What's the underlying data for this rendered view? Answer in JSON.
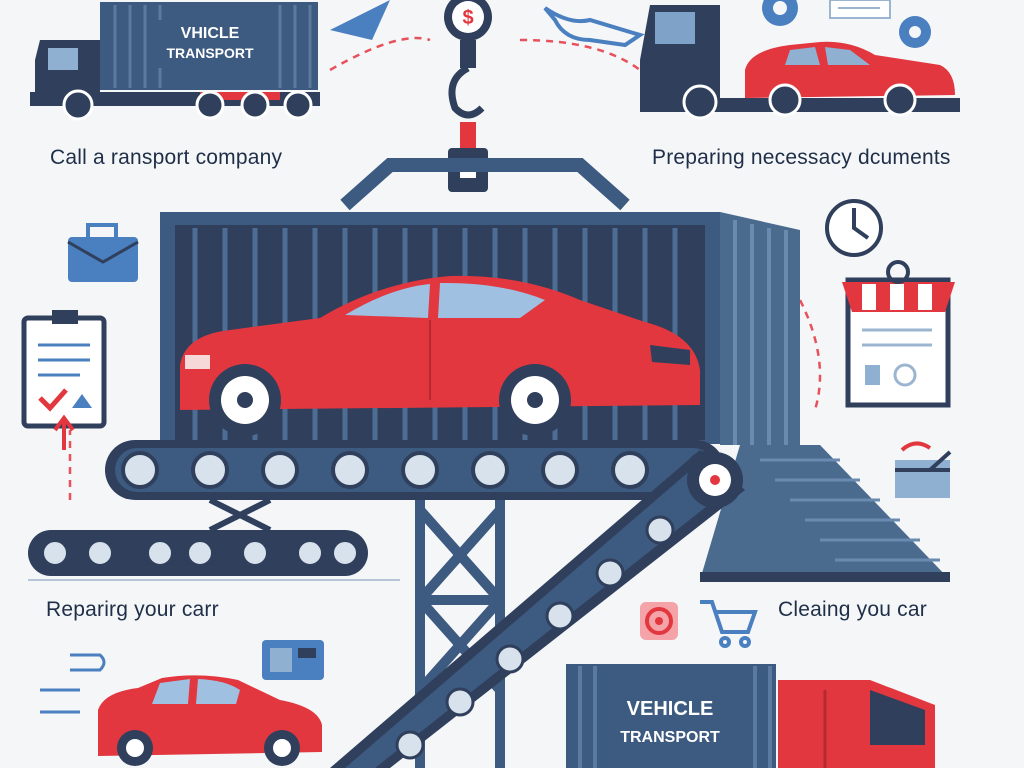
{
  "steps": {
    "call": "Call a ransport company",
    "documents": "Preparing necessacy dcuments",
    "repair": "Reparirg your carr",
    "clean": "Cleaing you car"
  },
  "containers": {
    "top_line1": "VHICLE",
    "top_line2": "TRANSPORT",
    "bottom_line1": "VEHICLE",
    "bottom_line2": "TRANSPORT"
  },
  "hook_symbol": "$",
  "colors": {
    "navy": "#2f3f5c",
    "steel": "#4a6a8e",
    "container": "#3d5a80",
    "red": "#e2373f",
    "accent": "#e8505b",
    "bg": "#f4f6f8"
  },
  "icons": [
    "truck-icon",
    "dollar-hook-icon",
    "gear-icon",
    "briefcase-icon",
    "clipboard-icon",
    "clock-icon",
    "shop-document-icon",
    "card-icon",
    "cart-icon",
    "target-icon",
    "car-icon"
  ]
}
